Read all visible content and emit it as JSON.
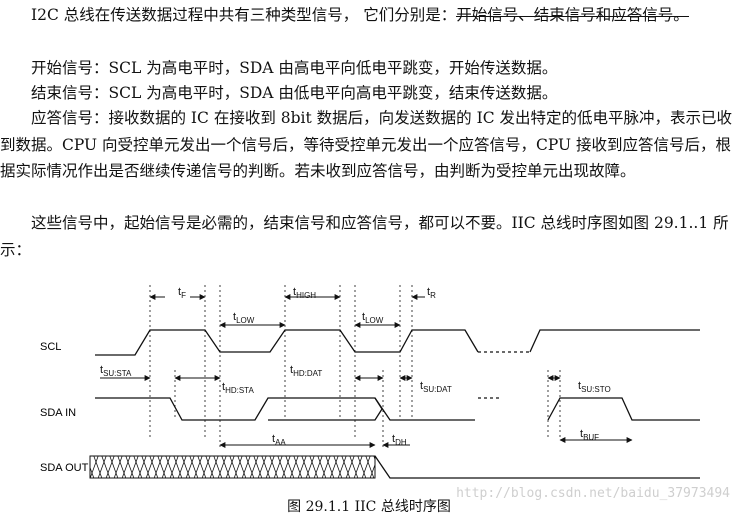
{
  "paragraphs": {
    "p1_a": "I2C 总线在传送数据过程中共有三种类型信号， 它们分别是：",
    "p1_b": "开始信号、结束信号和应答信号。",
    "p2": "开始信号：SCL 为高电平时，SDA 由高电平向低电平跳变，开始传送数据。",
    "p3": "结束信号：SCL 为高电平时，SDA 由低电平向高电平跳变，结束传送数据。",
    "p4": "应答信号：接收数据的 IC 在接收到 8bit 数据后，向发送数据的 IC 发出特定的低电平脉冲，表示已收到数据。CPU 向受控单元发出一个信号后，等待受控单元发出一个应答信号，CPU 接收到应答信号后，根据实际情况作出是否继续传递信号的判断。若未收到应答信号，由判断为受控单元出现故障。",
    "p5": "这些信号中，起始信号是必需的，结束信号和应答信号，都可以不要。IIC 总线时序图如图 29.1..1 所示："
  },
  "diagram": {
    "signals": {
      "scl": "SCL",
      "sda_in": "SDA IN",
      "sda_out": "SDA OUT"
    },
    "timing": {
      "tf": "t",
      "tf_sub": "F",
      "tlow1": "t",
      "tlow1_sub": "LOW",
      "thigh": "t",
      "thigh_sub": "HIGH",
      "tlow2": "t",
      "tlow2_sub": "LOW",
      "tr": "t",
      "tr_sub": "R",
      "tsusta": "t",
      "tsusta_sub": "SU:STA",
      "thdsta": "t",
      "thdsta_sub": "HD:STA",
      "thddat": "t",
      "thddat_sub": "HD:DAT",
      "tsudat": "t",
      "tsudat_sub": "SU:DAT",
      "tsusto": "t",
      "tsusto_sub": "SU:STO",
      "tbuf": "t",
      "tbuf_sub": "BUF",
      "taa": "t",
      "taa_sub": "AA",
      "tdh": "t",
      "tdh_sub": "DH"
    }
  },
  "caption": "图 29.1.1 IIC 总线时序图",
  "watermark": "http://blog.csdn.net/baidu_37973494"
}
